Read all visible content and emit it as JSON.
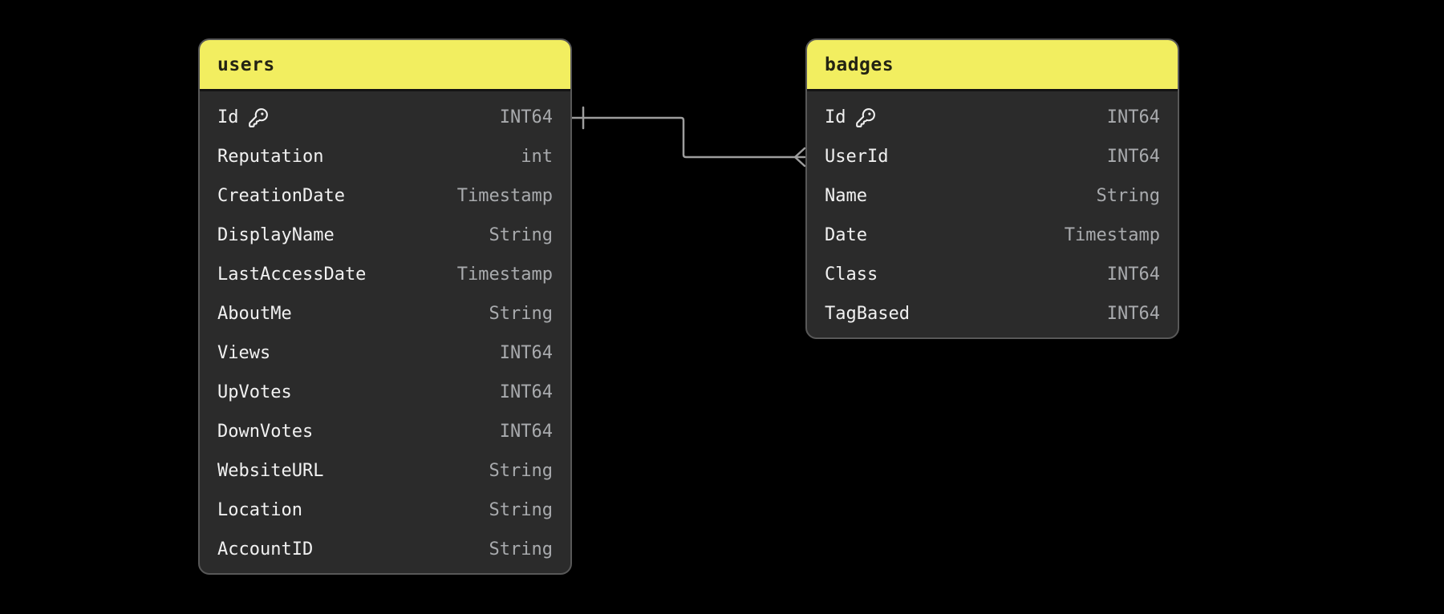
{
  "canvas": {
    "background": "#000000"
  },
  "colors": {
    "canvas_bg": "#000000",
    "card_bg": "#2b2b2b",
    "card_border": "#585858",
    "header_bg": "#f2ee60",
    "header_text": "#232313",
    "field_text": "#f1f1f1",
    "type_text": "#a9abae",
    "relationship_line": "#9d9d9d"
  },
  "icons": {
    "primary_key": "key-icon"
  },
  "tables": [
    {
      "name": "users",
      "fields": [
        {
          "name": "Id",
          "type": "INT64",
          "primary_key": true
        },
        {
          "name": "Reputation",
          "type": "int"
        },
        {
          "name": "CreationDate",
          "type": "Timestamp"
        },
        {
          "name": "DisplayName",
          "type": "String"
        },
        {
          "name": "LastAccessDate",
          "type": "Timestamp"
        },
        {
          "name": "AboutMe",
          "type": "String"
        },
        {
          "name": "Views",
          "type": "INT64"
        },
        {
          "name": "UpVotes",
          "type": "INT64"
        },
        {
          "name": "DownVotes",
          "type": "INT64"
        },
        {
          "name": "WebsiteURL",
          "type": "String"
        },
        {
          "name": "Location",
          "type": "String"
        },
        {
          "name": "AccountID",
          "type": "String"
        }
      ]
    },
    {
      "name": "badges",
      "fields": [
        {
          "name": "Id",
          "type": "INT64",
          "primary_key": true
        },
        {
          "name": "UserId",
          "type": "INT64"
        },
        {
          "name": "Name",
          "type": "String"
        },
        {
          "name": "Date",
          "type": "Timestamp"
        },
        {
          "name": "Class",
          "type": "INT64"
        },
        {
          "name": "TagBased",
          "type": "INT64"
        }
      ]
    }
  ],
  "relationships": [
    {
      "from_table": "users",
      "from_field": "Id",
      "from_cardinality": "one",
      "to_table": "badges",
      "to_field": "UserId",
      "to_cardinality": "many"
    }
  ]
}
